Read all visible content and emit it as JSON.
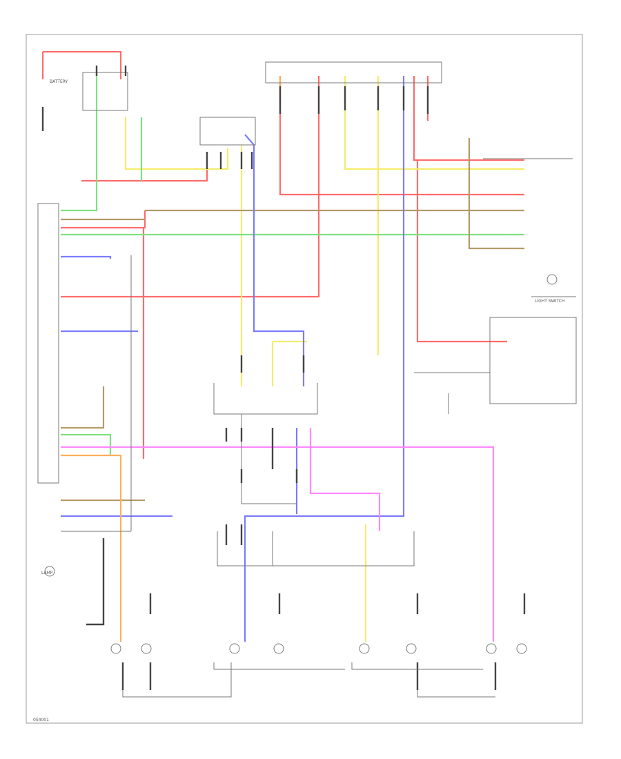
{
  "labels": {
    "battery": "BATTERY",
    "light_switch": "LIGHT SWITCH",
    "frame_code": "0S4001",
    "lamp": "LAMP"
  },
  "wire_colors": {
    "red": "#ff6b6b",
    "yellow": "#f4ec6a",
    "green": "#7fe07f",
    "blue": "#7b7bff",
    "pink": "#ff88ff",
    "orange": "#ffae5a",
    "brown": "#b29a68",
    "dark": "#555555"
  }
}
